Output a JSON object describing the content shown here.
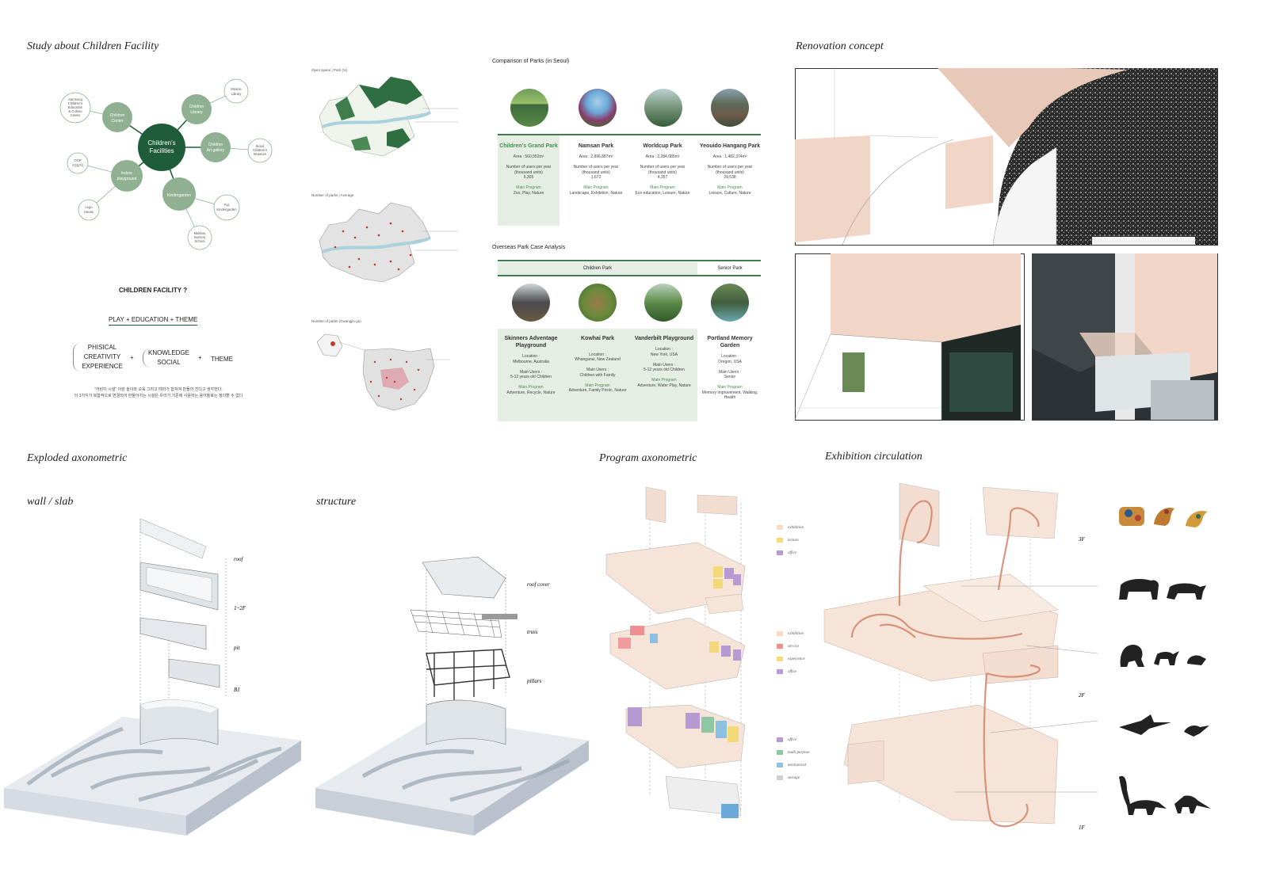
{
  "titles": {
    "study": "Study about Children Facility",
    "renovation": "Renovation concept",
    "exploded": "Exploded axonometric",
    "wall_slab": "wall / slab",
    "structure": "structure",
    "program": "Program axonometric",
    "exhibition": "Exhibition circulation"
  },
  "bubble": {
    "center": "Children's Facilities",
    "inner": [
      "Children Center",
      "Children Library",
      "Children Art gallery",
      "Kindergarden",
      "Indoor playground"
    ],
    "outer": [
      "Samsung Children's Education & Culture Center",
      "Miracle Library",
      "Seoul Children's Museum",
      "Fuji Kindergarden",
      "Makkou Nursery School",
      "Lego House",
      "OOP 리(싫어)"
    ]
  },
  "facility": {
    "question": "CHILDREN FACILITY ?",
    "formula": "PLAY + EDUCATION + THEME",
    "group1": [
      "PHISICAL",
      "CREATIVITY",
      "EXPERIENCE"
    ],
    "group2": [
      "KNOWLEDGE",
      "SOCIAL"
    ],
    "group3": "THEME",
    "plus": "+",
    "note1": "\"어린이 시설\" 이란 놀이와 교육 그리고 테마가 합쳐져 만들어 진다고 생각한다.",
    "note2": "이 3가지가 복합적으로 연결되어 만들어지는 시설은 우리가 기존에 사용하는 용어들로는 정의할 수 없다"
  },
  "maps": {
    "map1_title": "Open space | Park (%)",
    "map2_title": "Number of parks | Average",
    "map3_title": "Number of parks (Gwangjin-gu)"
  },
  "comparison": {
    "title": "Comparison of Parks (in Seoul)",
    "parks": [
      {
        "name": "Children's Grand Park",
        "area": "Area : 560,552m²",
        "users_label": "Number of users per year (thousand units)",
        "users": "5,305",
        "program_label": "Main Program",
        "program": "Zoo, Play, Nature"
      },
      {
        "name": "Namsan Park",
        "area": "Area : 2,896,887m²",
        "users_label": "Number of users per year (thousand units)",
        "users": "1,672",
        "program_label": "Main Program",
        "program": "Landscape, Exhibition, Nature"
      },
      {
        "name": "Worldcup Park",
        "area": "Area : 2,284,085m²",
        "users_label": "Number of users per year (thousand units)",
        "users": "4,357",
        "program_label": "Main Program",
        "program": "Eco-education, Leisure, Nature"
      },
      {
        "name": "Yeouido Hangang Park",
        "area": "Area : 1,482,374m²",
        "users_label": "Number of users per year (thousand units)",
        "users": "29,538",
        "program_label": "Main Program",
        "program": "Leisure, Culture, Nature"
      }
    ]
  },
  "overseas": {
    "title": "Overseas Park Case Analysis",
    "children_park": "Children Park",
    "senior_park": "Senior Park",
    "parks": [
      {
        "name": "Skinners Adventage Playground",
        "loc_label": "Location :",
        "loc": "Melbourne, Australia",
        "users_label": "Main Users :",
        "users": "5-12 years old Children",
        "program_label": "Main Program",
        "program": "Adventure, Recycle, Nature"
      },
      {
        "name": "Kowhai Park",
        "loc_label": "Location :",
        "loc": "Whanganui, New Zealand",
        "users_label": "Main Users :",
        "users": "Children with Family",
        "program_label": "Main Program",
        "program": "Adventure, Family Picnic, Nature"
      },
      {
        "name": "Vanderbilt Playground",
        "loc_label": "Location :",
        "loc": "New York, USA",
        "users_label": "Main Users :",
        "users": "5-12 years old Children",
        "program_label": "Main Program",
        "program": "Adventure, Water Play, Nature"
      },
      {
        "name": "Portland Memory Garden",
        "loc_label": "Location :",
        "loc": "Oregon, USA",
        "users_label": "Main Users :",
        "users": "Senior",
        "program_label": "Main Program",
        "program": "Memory Improvement, Walking, Health"
      }
    ]
  },
  "exploded_labels": {
    "wall": [
      "roof",
      "1~2F",
      "pit",
      "B1"
    ],
    "structure": [
      "roof cover",
      "truss",
      "pillars"
    ]
  },
  "program_legend": {
    "group1": [
      {
        "label": "exhibition",
        "color": "#f6dcc6"
      },
      {
        "label": "lecture",
        "color": "#f3d97a"
      },
      {
        "label": "office",
        "color": "#b79ad2"
      }
    ],
    "group2": [
      {
        "label": "exhibition",
        "color": "#f6dcc6"
      },
      {
        "label": "service",
        "color": "#ee8f92"
      },
      {
        "label": "experience",
        "color": "#f3d97a"
      },
      {
        "label": "office",
        "color": "#b79ad2"
      }
    ],
    "group3": [
      {
        "label": "office",
        "color": "#b79ad2"
      },
      {
        "label": "multi purpose",
        "color": "#8fc7a4"
      },
      {
        "label": "mechanical",
        "color": "#8cc0e0"
      },
      {
        "label": "storage",
        "color": "#cfcfcf"
      }
    ]
  },
  "floors": {
    "f3": "3F",
    "f2": "2F",
    "f1": "1F"
  },
  "colors": {
    "green_dark": "#1f5d3a",
    "green_mid": "#8fb191",
    "green_light": "#e5eee2",
    "pink": "#f1d6c7",
    "terrain": "#c5cdd6"
  }
}
